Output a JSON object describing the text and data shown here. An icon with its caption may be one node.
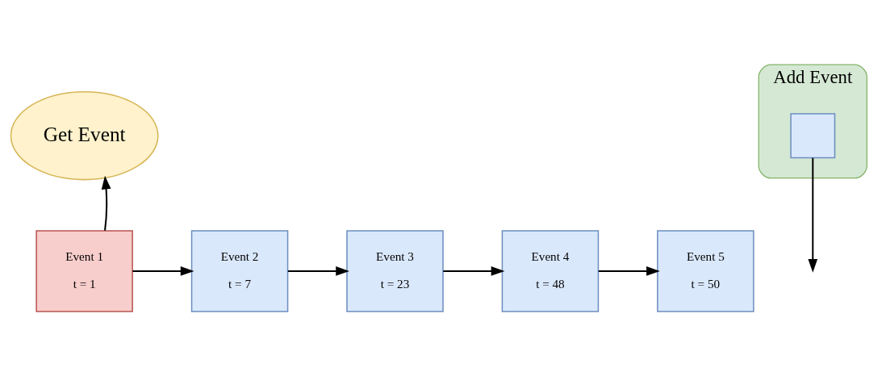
{
  "diagram": {
    "nodes": [
      {
        "text": [
          "Get Event"
        ]
      },
      {
        "text": [
          "Add Event"
        ]
      },
      {
        "text": [],
        "shape": "box",
        "in": 1
      },
      {
        "text": [
          "Event 1",
          "t = 1"
        ]
      },
      {
        "text": [
          "Event 2",
          "t = 7"
        ]
      },
      {
        "text": [
          "Event 3",
          "t = 23"
        ]
      },
      {
        "text": [
          "Event 4",
          "t = 48"
        ]
      },
      {
        "text": [
          "Event 5",
          "t = 50"
        ]
      }
    ],
    "edges": [
      {
        "from": 3,
        "to": 0,
        "arrow": "to"
      },
      {
        "from": 2,
        "to": null,
        "arrow": "to"
      },
      {
        "from": 3,
        "to": 4,
        "arrow": "to"
      },
      {
        "from": 4,
        "to": 5,
        "arrow": "to"
      },
      {
        "from": 5,
        "to": 6,
        "arrow": "to"
      },
      {
        "from": 6,
        "to": 7,
        "arrow": "to"
      }
    ]
  }
}
